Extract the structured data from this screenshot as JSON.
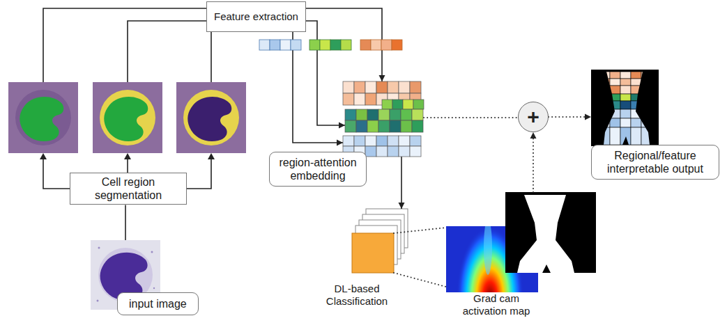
{
  "diagram": {
    "nodes": [
      {
        "text": [
          "Feature extraction"
        ]
      },
      {
        "text": [
          "region-attention embedding"
        ]
      },
      {
        "text": [
          "+"
        ]
      },
      {
        "text": [
          "Regional/feature interpretable output"
        ]
      },
      {
        "text": [
          "Cell region segmentation"
        ]
      },
      {
        "text": [
          "DL-based Classification"
        ]
      },
      {
        "text": [
          "Grad cam activation map"
        ]
      },
      {
        "text": [
          "input image"
        ]
      }
    ],
    "edges": [
      {
        "from": 0,
        "to": 1,
        "arrow": "to"
      },
      {
        "from": 7,
        "to": 4,
        "arrow": "none"
      },
      {
        "from": 1,
        "to": 5,
        "arrow": "to"
      },
      {
        "from": 1,
        "to": 2,
        "arrow": "none"
      },
      {
        "from": 2,
        "to": 3,
        "arrow": "to"
      },
      {
        "from": 5,
        "to": 6,
        "arrow": "none"
      },
      {
        "from": 6,
        "to": 2,
        "arrow": "to"
      }
    ]
  }
}
